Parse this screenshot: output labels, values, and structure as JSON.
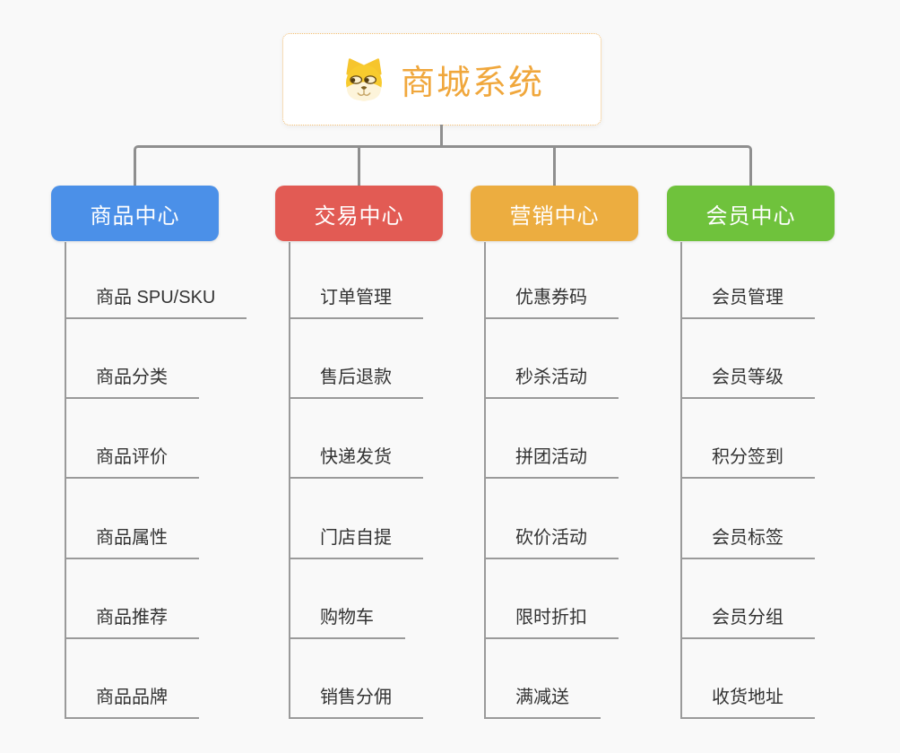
{
  "root": {
    "title": "商城系统",
    "icon": "doge-icon",
    "accent_color": "#f0a73c",
    "border_color": "#f2bd72"
  },
  "branches": [
    {
      "id": "product-center",
      "label": "商品中心",
      "color": "#4b90e8",
      "items": [
        "商品 SPU/SKU",
        "商品分类",
        "商品评价",
        "商品属性",
        "商品推荐",
        "商品品牌"
      ]
    },
    {
      "id": "trade-center",
      "label": "交易中心",
      "color": "#e25b54",
      "items": [
        "订单管理",
        "售后退款",
        "快递发货",
        "门店自提",
        "购物车",
        "销售分佣"
      ]
    },
    {
      "id": "marketing-center",
      "label": "营销中心",
      "color": "#ecad40",
      "items": [
        "优惠券码",
        "秒杀活动",
        "拼团活动",
        "砍价活动",
        "限时折扣",
        "满减送"
      ]
    },
    {
      "id": "member-center",
      "label": "会员中心",
      "color": "#6fc23c",
      "items": [
        "会员管理",
        "会员等级",
        "积分签到",
        "会员标签",
        "会员分组",
        "收货地址"
      ]
    }
  ],
  "colors": {
    "background": "#f9f9f9",
    "connector": "#8f8f8f",
    "leaf_line": "#9a9a9a",
    "leaf_text": "#333333"
  }
}
